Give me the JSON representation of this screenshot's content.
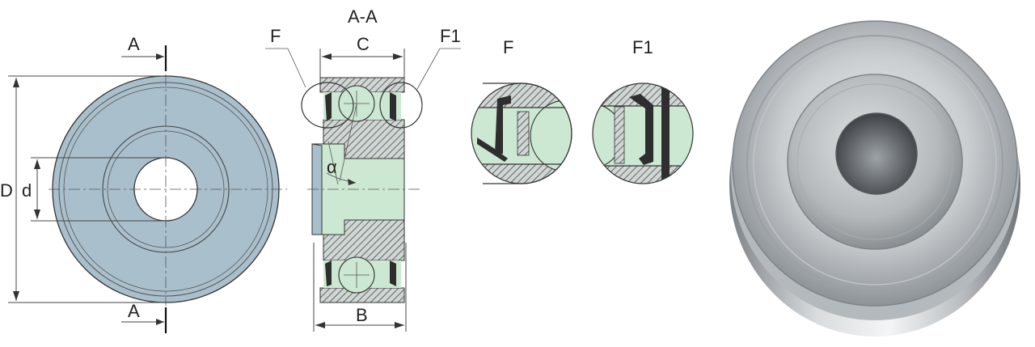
{
  "labels": {
    "section": "A-A",
    "section_mark_top": "A",
    "section_mark_bottom": "A",
    "outer_diameter": "D",
    "bore_diameter": "d",
    "width_inner": "C",
    "width_outer": "B",
    "angle": "α",
    "detail_f": "F",
    "detail_f1": "F1",
    "callout_f": "F",
    "callout_f1": "F1"
  },
  "colors": {
    "front_fill": "#a9bfcc",
    "section_green": "#cde8d2",
    "hatch": "#4a4a4a",
    "seal_dark": "#2e2e2e"
  }
}
